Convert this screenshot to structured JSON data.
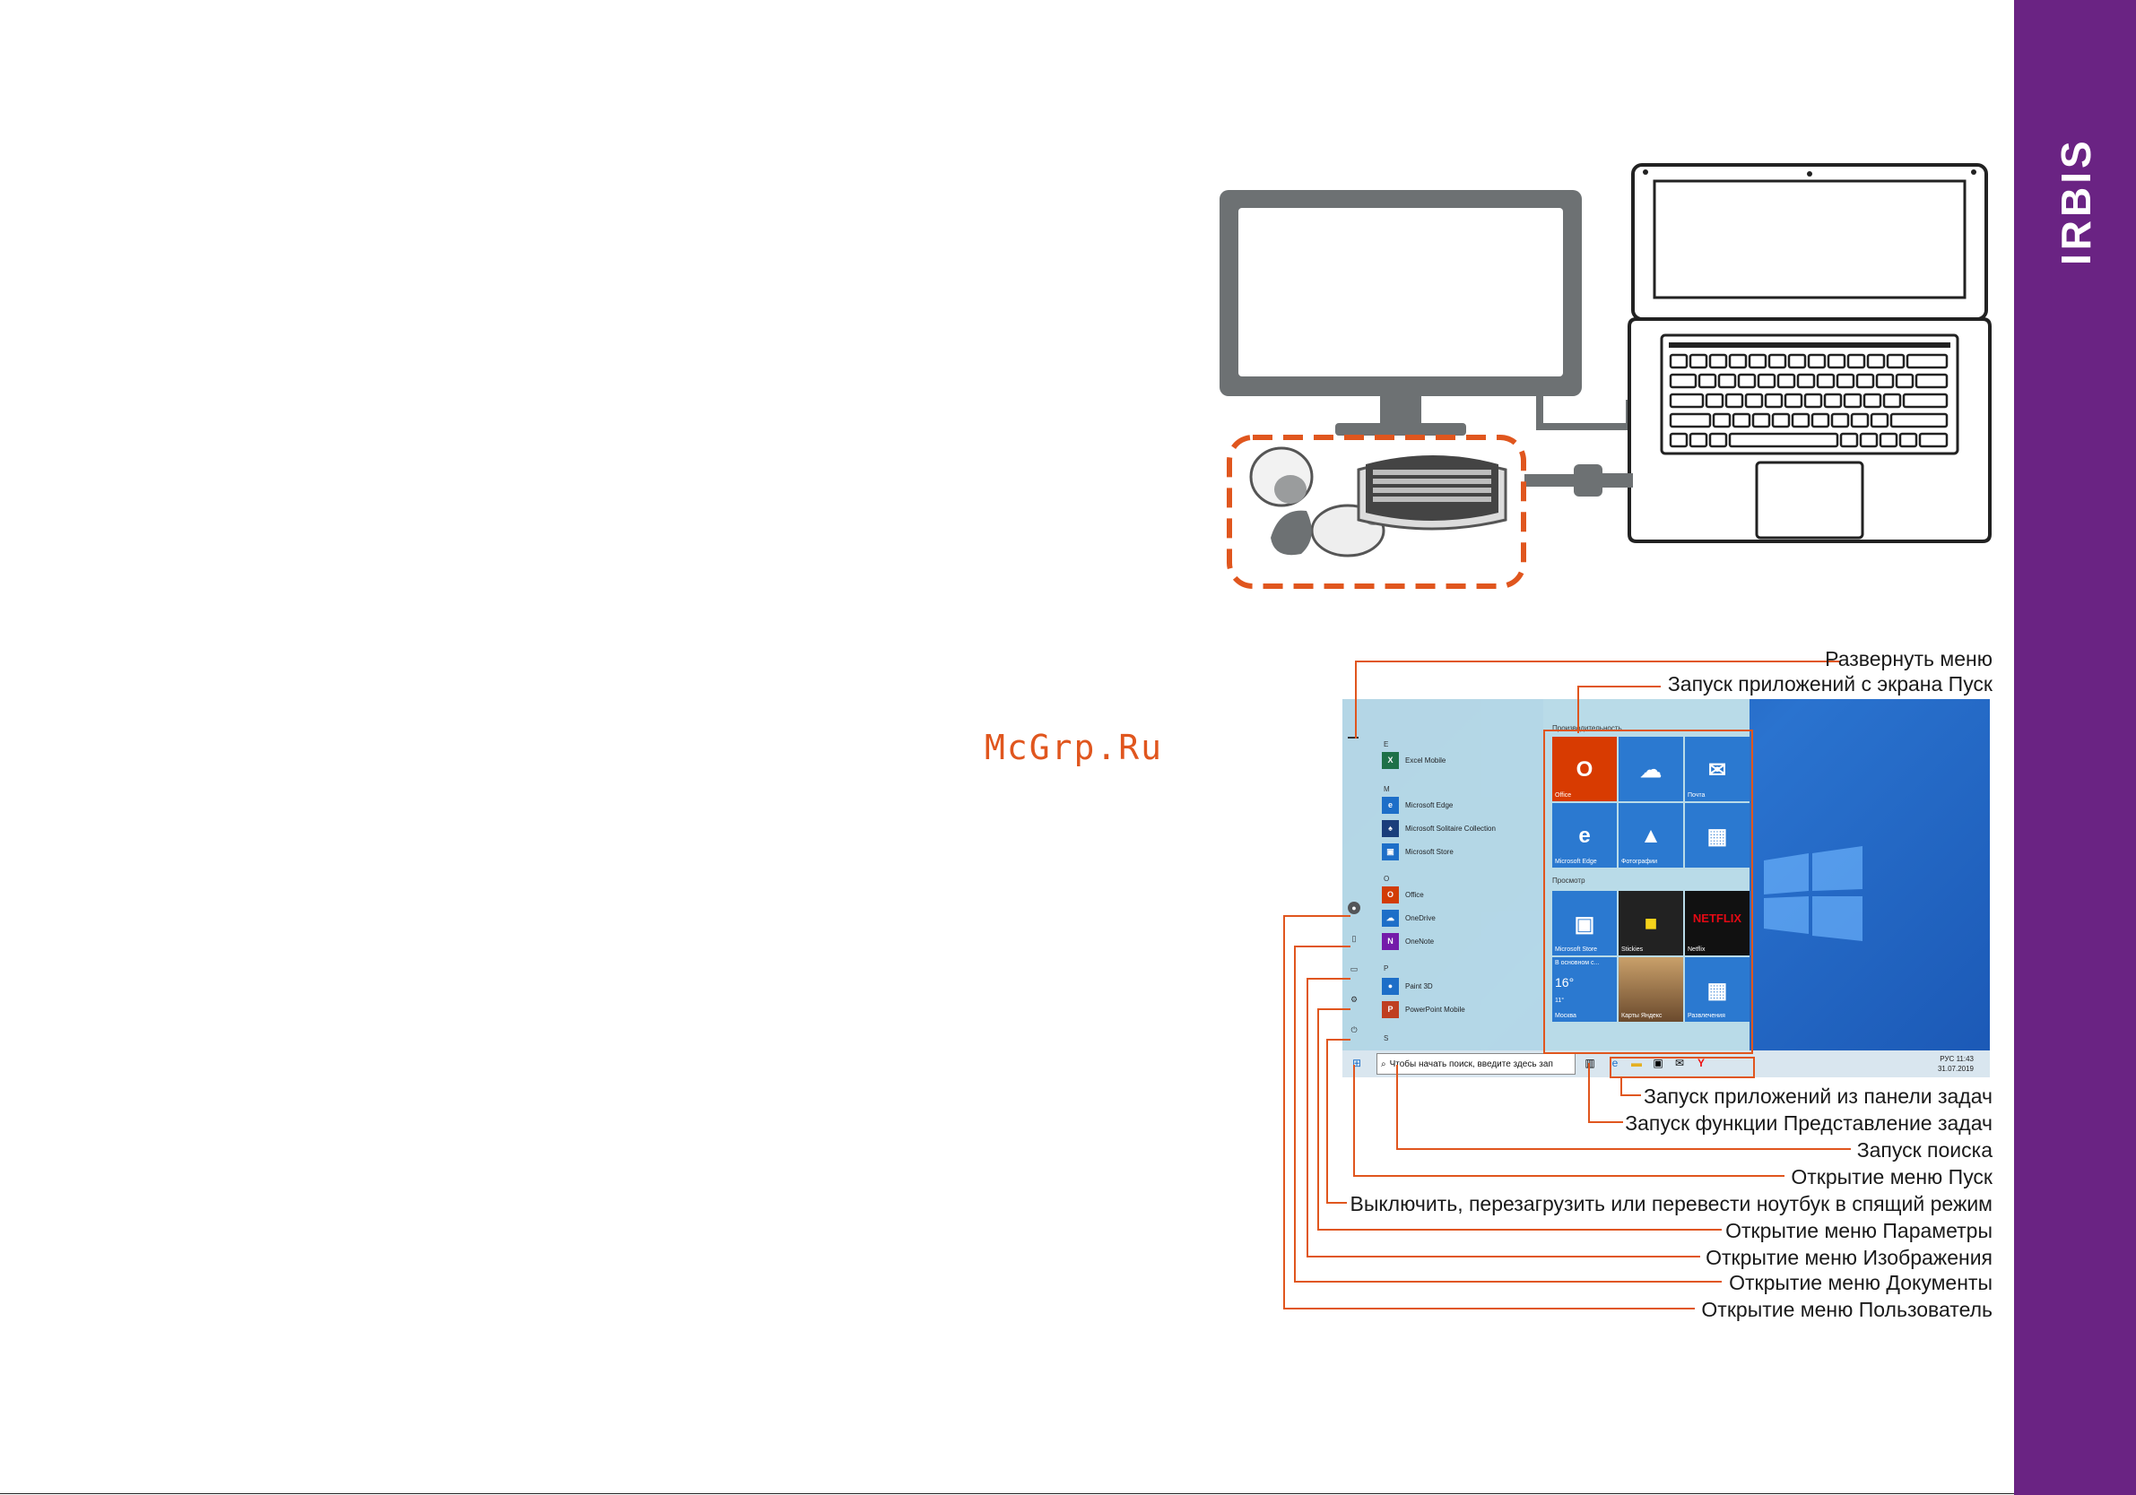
{
  "brand": {
    "name": "IRBIS",
    "color": "#6a2383"
  },
  "watermark": "McGrp.Ru",
  "start_menu": {
    "letters": [
      "E",
      "M",
      "O",
      "P",
      "S"
    ],
    "apps": [
      {
        "label": "Excel Mobile",
        "color": "#1e7145",
        "glyph": "X"
      },
      {
        "label": "Microsoft Edge",
        "color": "#1d6fc9",
        "glyph": "e"
      },
      {
        "label": "Microsoft Solitaire Collection",
        "color": "#1a3d7a",
        "glyph": "♠"
      },
      {
        "label": "Microsoft Store",
        "color": "#1d6fc9",
        "glyph": "▣"
      },
      {
        "label": "Office",
        "color": "#d83b01",
        "glyph": "O"
      },
      {
        "label": "OneDrive",
        "color": "#1d6fc9",
        "glyph": "☁"
      },
      {
        "label": "OneNote",
        "color": "#7719aa",
        "glyph": "N"
      },
      {
        "label": "Paint 3D",
        "color": "#1d6fc9",
        "glyph": "●"
      },
      {
        "label": "PowerPoint Mobile",
        "color": "#c43e1c",
        "glyph": "P"
      }
    ],
    "groups": [
      "Производительность",
      "Просмотр"
    ],
    "tiles": [
      {
        "label": "Office",
        "color": "#d83b01",
        "glyph": "O"
      },
      {
        "label": "",
        "color": "#2b79d0",
        "glyph": "☁"
      },
      {
        "label": "Почта",
        "color": "#2b79d0",
        "glyph": "✉"
      },
      {
        "label": "Microsoft Edge",
        "color": "#2b79d0",
        "glyph": "e"
      },
      {
        "label": "Фотографии",
        "color": "#2b79d0",
        "glyph": "▲"
      },
      {
        "label": "",
        "color": "#2b79d0",
        "glyph": "▦"
      },
      {
        "label": "Microsoft Store",
        "color": "#2b79d0",
        "glyph": "▣"
      },
      {
        "label": "Stickies",
        "color": "#222222",
        "glyph": "■"
      },
      {
        "label": "Netflix",
        "color": "#111111",
        "glyph": "NETFLIX"
      },
      {
        "label": "Москва",
        "color": "#2b79d0",
        "glyph": "16°"
      },
      {
        "label": "Карты Яндекс",
        "color": "#8a6a4a",
        "glyph": ""
      },
      {
        "label": "Развлечения",
        "color": "#2b79d0",
        "glyph": "▦"
      }
    ],
    "weather_text": "В основном с...",
    "weather_hi": "16°",
    "weather_lo": "11°"
  },
  "taskbar": {
    "search_placeholder": "Чтобы начать поиск, введите здесь зап",
    "tray_lang": "РУС",
    "tray_time": "11:43",
    "tray_date": "31.07.2019"
  },
  "callouts": {
    "expand_menu": "Развернуть меню",
    "launch_from_start": "Запуск приложений с экрана Пуск",
    "launch_from_taskbar": "Запуск приложений из панели задач",
    "task_view": "Запуск функции Представление задач",
    "search": "Запуск поиска",
    "open_start": "Открытие меню Пуск",
    "power": "Выключить, перезагрузить или перевести ноутбук в спящий режим",
    "settings": "Открытие меню Параметры",
    "pictures": "Открытие меню Изображения",
    "documents": "Открытие меню Документы",
    "user": "Открытие меню Пользователь"
  },
  "colors": {
    "callout_line": "#e0561e",
    "dashed_border": "#e0561e",
    "device_gray": "#6d7173"
  }
}
